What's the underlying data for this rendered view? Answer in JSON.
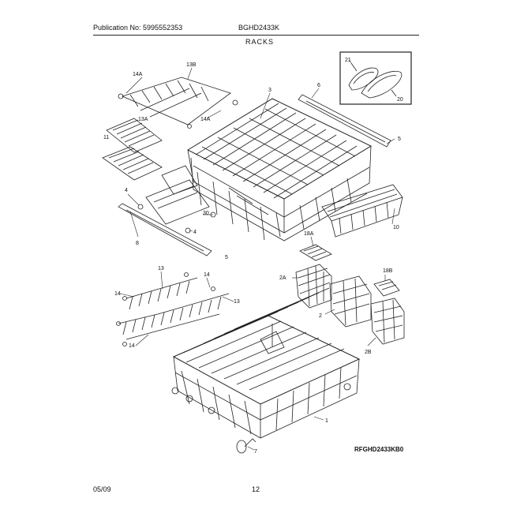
{
  "header": {
    "publication": "Publication No: 5995552353",
    "model": "BGHD2433K",
    "title": "RACKS"
  },
  "callouts": {
    "c21": "21",
    "c20": "20",
    "c14a_1": "14A",
    "c13b": "13B",
    "c3": "3",
    "c6": "6",
    "c13a": "13A",
    "c14a_2": "14A",
    "c11": "11",
    "c5_top": "5",
    "c4_1": "4",
    "c30": "30",
    "c4_2": "4",
    "c8": "8",
    "c5_mid": "5",
    "c10": "10",
    "c18a": "18A",
    "c2a": "2A",
    "c18b": "18B",
    "c13_1": "13",
    "c14_1": "14",
    "c14_2": "14",
    "c13_2": "13",
    "c14_3": "14",
    "c2": "2",
    "c2b": "2B",
    "c1": "1",
    "c7": "7"
  },
  "figure_code": "RFGHD2433KB0",
  "footer": {
    "date": "05/09",
    "page": "12"
  }
}
